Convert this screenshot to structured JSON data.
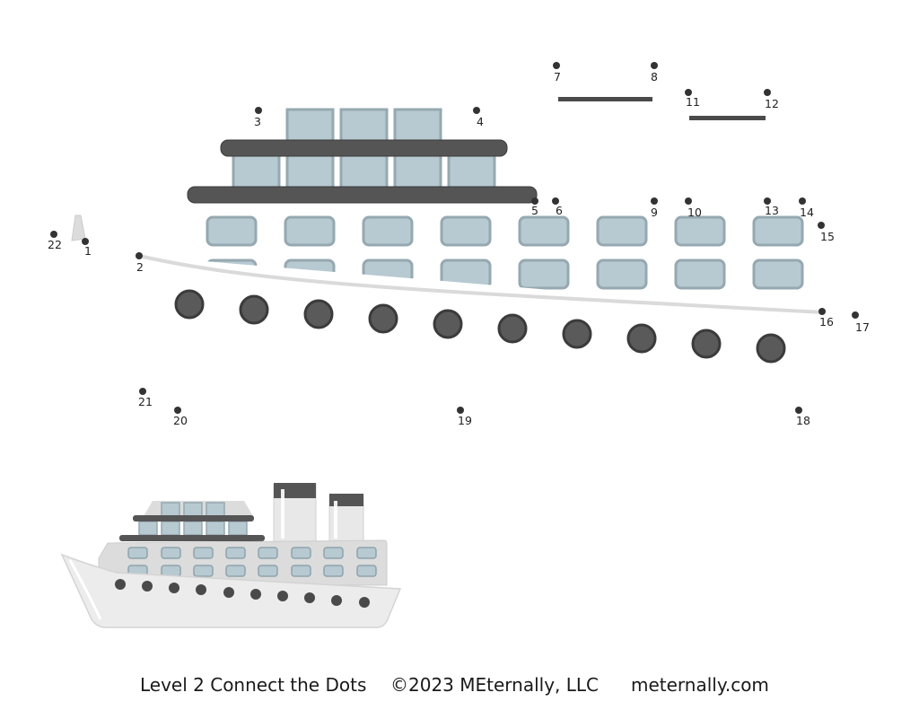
{
  "puzzle": {
    "dots": [
      {
        "label": "1"
      },
      {
        "label": "2"
      },
      {
        "label": "3"
      },
      {
        "label": "4"
      },
      {
        "label": "5"
      },
      {
        "label": "6"
      },
      {
        "label": "7"
      },
      {
        "label": "8"
      },
      {
        "label": "9"
      },
      {
        "label": "10"
      },
      {
        "label": "11"
      },
      {
        "label": "12"
      },
      {
        "label": "13"
      },
      {
        "label": "14"
      },
      {
        "label": "15"
      },
      {
        "label": "16"
      },
      {
        "label": "17"
      },
      {
        "label": "18"
      },
      {
        "label": "19"
      },
      {
        "label": "20"
      },
      {
        "label": "21"
      },
      {
        "label": "22"
      }
    ]
  },
  "colors": {
    "window": "#b7c9d1",
    "window_border": "#96a8b0",
    "deck": "#555555",
    "porthole": "#4a4a4a",
    "hull": "#e6e6e6",
    "hull_outline": "#d0d0d0",
    "dot": "#333333"
  },
  "footer": {
    "title": "Level 2 Connect the Dots",
    "copyright": "©2023 MEternally, LLC",
    "site": "meternally.com"
  }
}
